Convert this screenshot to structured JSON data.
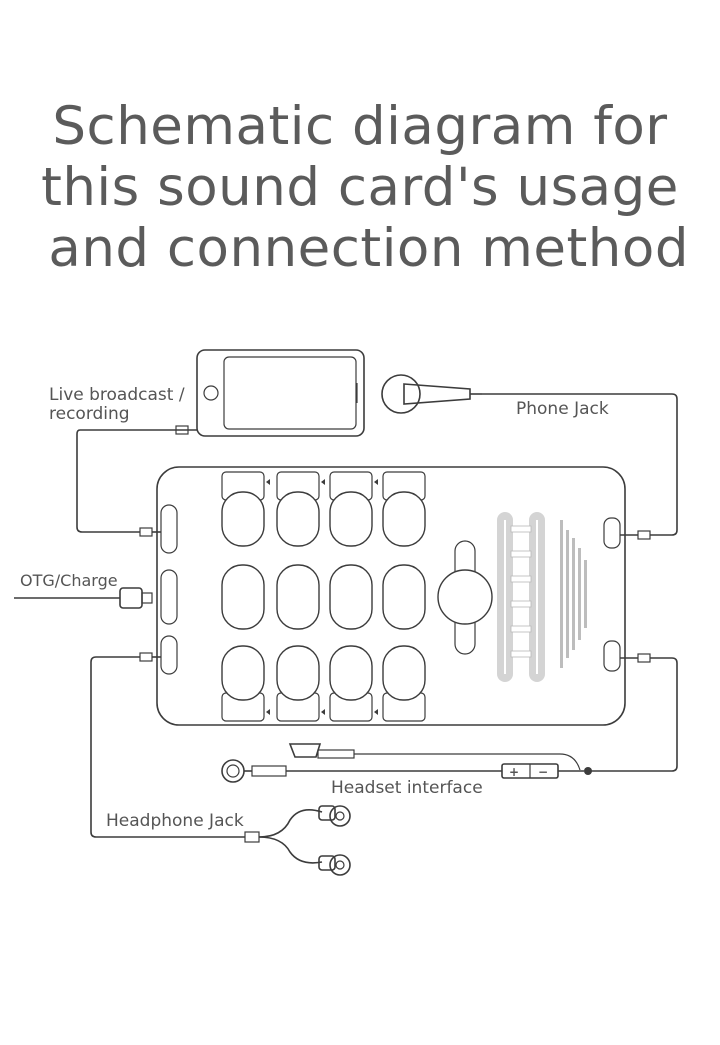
{
  "title": {
    "line1": "Schematic diagram for",
    "line2": "this sound card's usage",
    "line3": " and connection method"
  },
  "labels": {
    "live_line1": "Live broadcast /",
    "live_line2": "recording",
    "phone_jack": "Phone Jack",
    "otg_charge": "OTG/Charge",
    "headset_interface": "Headset interface",
    "headphone_jack": "Headphone Jack",
    "plus": "+",
    "minus": "−"
  },
  "colors": {
    "title": "#5b5b5b",
    "line": "#3c3c3c",
    "label": "#555555",
    "slider_bar": "#cfcfcf"
  }
}
